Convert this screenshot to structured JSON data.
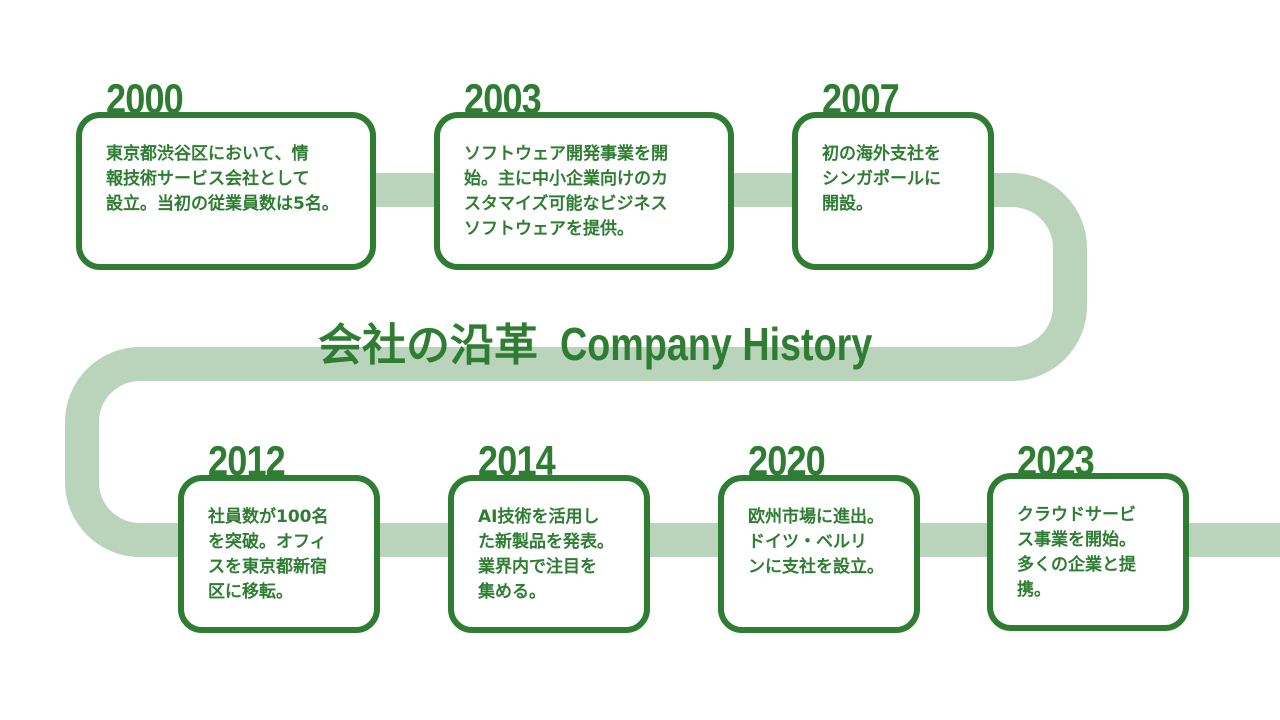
{
  "title": {
    "jp": "会社の沿革",
    "en": "Company History"
  },
  "colors": {
    "accent": "#2e7d32",
    "track": "#b9d4bb",
    "background": "#ffffff"
  },
  "milestones": [
    {
      "year": "2000",
      "text": "東京都渋谷区において、情\n報技術サービス会社として\n設立。当初の従業員数は5名。"
    },
    {
      "year": "2003",
      "text": "ソフトウェア開発事業を開\n始。主に中小企業向けのカ\nスタマイズ可能なビジネス\nソフトウェアを提供。"
    },
    {
      "year": "2007",
      "text": "初の海外支社を\nシンガポールに\n開設。"
    },
    {
      "year": "2012",
      "text": "社員数が100名\nを突破。オフィ\nスを東京都新宿\n区に移転。"
    },
    {
      "year": "2014",
      "text": "AI技術を活用し\nた新製品を発表。\n業界内で注目を\n集める。"
    },
    {
      "year": "2020",
      "text": "欧州市場に進出。\nドイツ・ベルリ\nンに支社を設立。"
    },
    {
      "year": "2023",
      "text": "クラウドサービ\nス事業を開始。\n多くの企業と提\n携。"
    }
  ]
}
